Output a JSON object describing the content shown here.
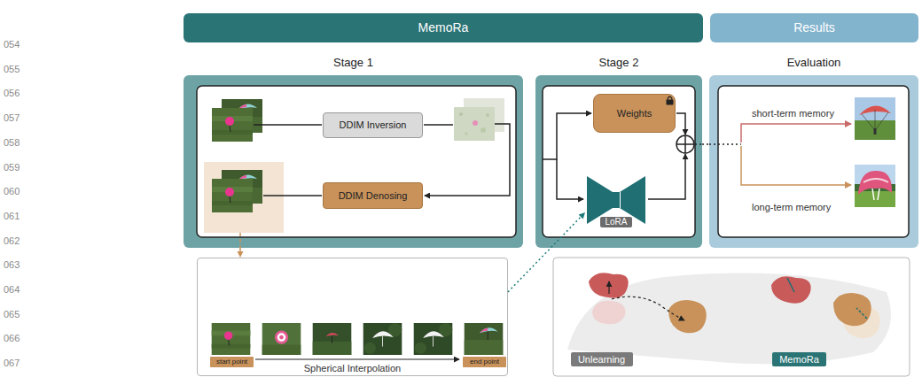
{
  "diagram": {
    "nodes": [
      {
        "text": [
          "MemoRa"
        ]
      },
      {
        "text": [
          "Results"
        ]
      },
      {
        "text": [
          "Stage 1"
        ]
      },
      {
        "text": [
          "DDIM Inversion"
        ],
        "in": 2
      },
      {
        "text": [
          "DDIM Denosing"
        ],
        "in": 2
      },
      {
        "text": [
          "Stage 2"
        ]
      },
      {
        "text": [
          "Weights"
        ],
        "in": 5
      },
      {
        "text": [
          "LoRA"
        ],
        "in": 5
      },
      {
        "text": [
          "Evaluation"
        ]
      },
      {
        "text": [
          "Spherical Interpolation"
        ]
      },
      {
        "text": [
          "start point"
        ],
        "in": 9
      },
      {
        "text": [
          "end point"
        ],
        "in": 9
      },
      {
        "text": [
          "Unlearning"
        ]
      },
      {
        "text": [
          "MemoRa"
        ]
      }
    ],
    "edges": [
      {
        "from": 2,
        "to": 9,
        "arrow": "to"
      },
      {
        "from": 9,
        "to": 7,
        "arrow": "to"
      },
      {
        "from": 5,
        "to": 8,
        "arrow": "none"
      }
    ],
    "labels": [
      "054",
      "055",
      "056",
      "057",
      "058",
      "059",
      "060",
      "061",
      "062",
      "063",
      "064",
      "065",
      "066",
      "067",
      "short-term memory",
      "long-term memory"
    ]
  }
}
